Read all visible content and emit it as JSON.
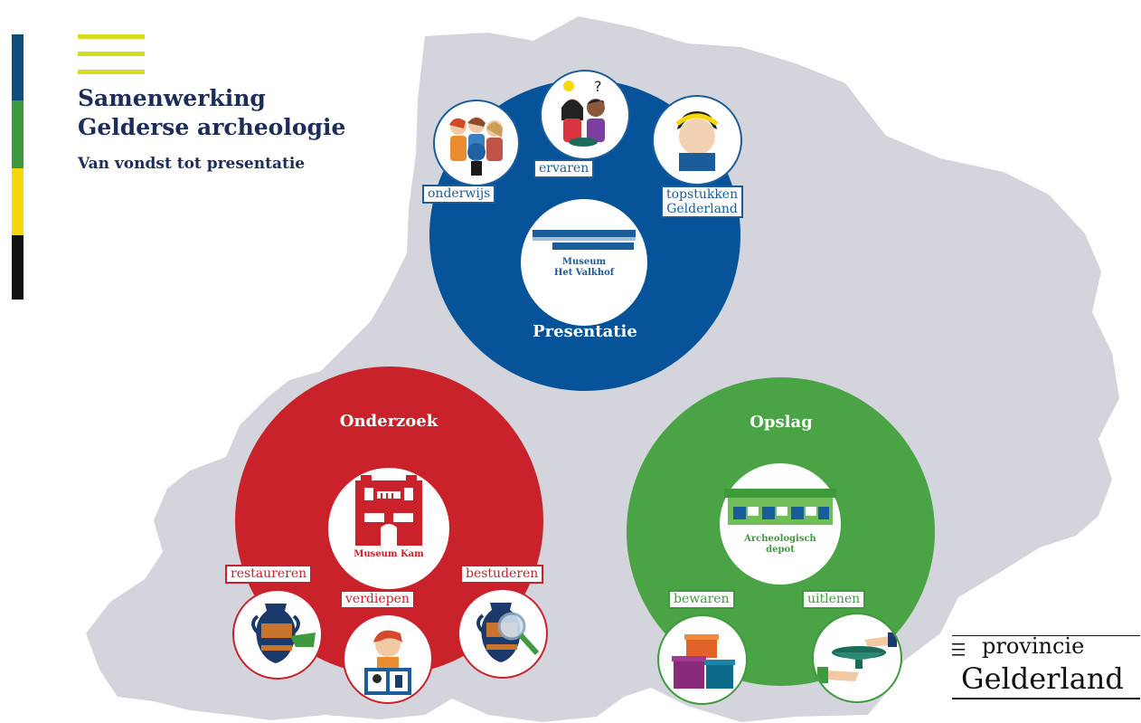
{
  "header": {
    "title_line1": "Samenwerking",
    "title_line2": "Gelderse archeologie",
    "subtitle": "Van vondst tot presentatie"
  },
  "colors": {
    "bar_blue": "#0e4e7d",
    "bar_green": "#3d9b3f",
    "bar_yellow": "#f5d70c",
    "bar_black": "#111111",
    "accent_yellow": "#d8dc1e",
    "map_gray": "#d4d5dc",
    "presentatie_blue": "#065399",
    "onderzoek_red": "#c9222b",
    "opslag_green": "#4aa446"
  },
  "presentatie": {
    "title": "Presentatie",
    "center_label_1": "Museum",
    "center_label_2": "Het Valkhof",
    "tags": {
      "onderwijs": "onderwijs",
      "ervaren": "ervaren",
      "topstukken_1": "topstukken",
      "topstukken_2": "Gelderland"
    }
  },
  "onderzoek": {
    "title": "Onderzoek",
    "center_label": "Museum Kam",
    "tags": {
      "restaureren": "restaureren",
      "verdiepen": "verdiepen",
      "bestuderen": "bestuderen"
    }
  },
  "opslag": {
    "title": "Opslag",
    "center_label_1": "Archeologisch",
    "center_label_2": "depot",
    "tags": {
      "bewaren": "bewaren",
      "uitlenen": "uitlenen"
    }
  },
  "logo": {
    "line1": "provincie",
    "line2": "Gelderland"
  }
}
